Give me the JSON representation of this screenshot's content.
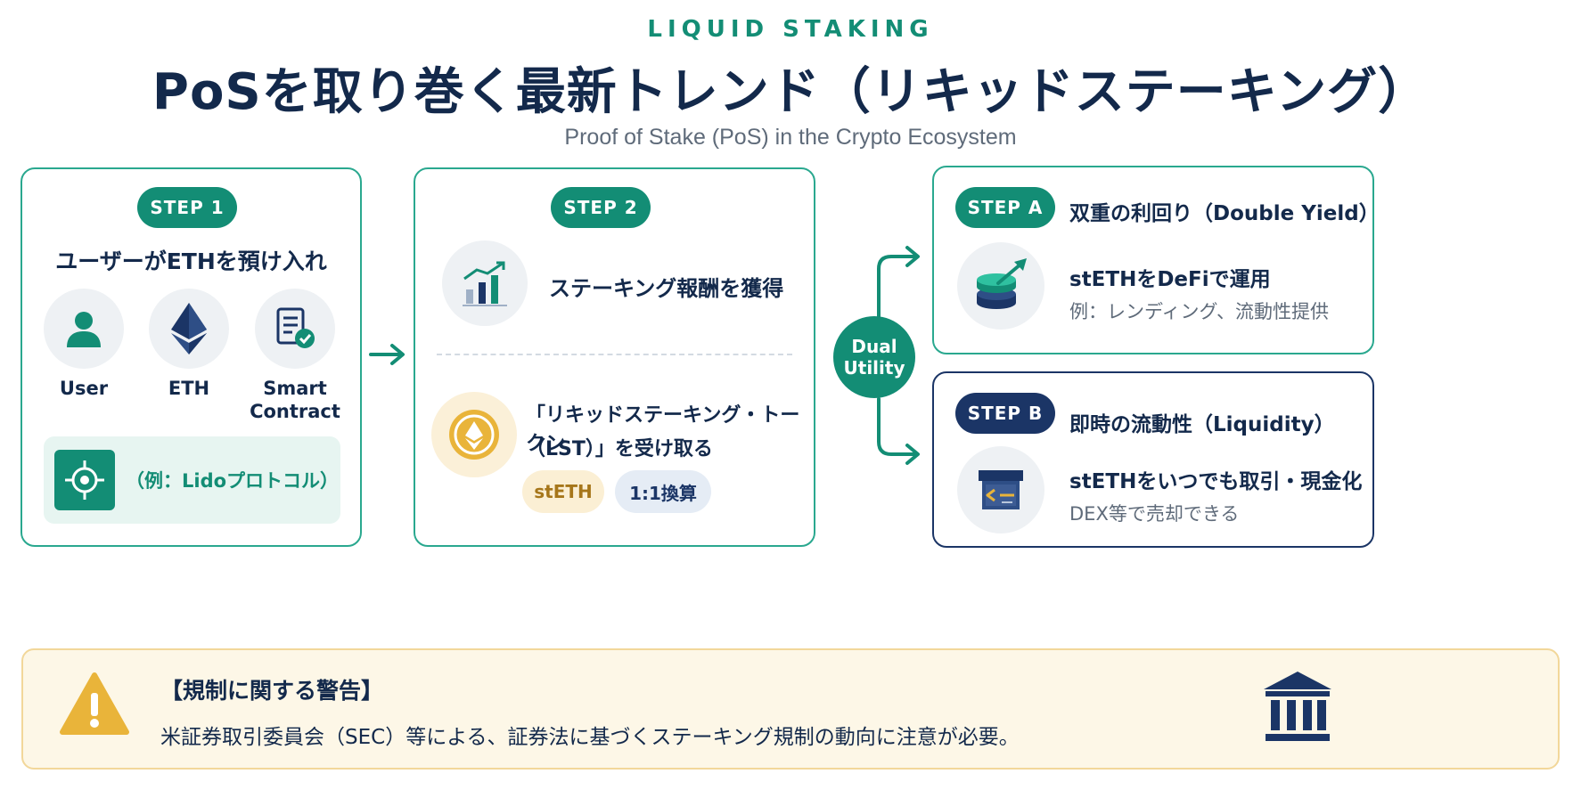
{
  "header": {
    "eyebrow": "LIQUID STAKING",
    "title": "PoSを取り巻く最新トレンド（リキッドステーキング）",
    "subtitle": "Proof of Stake (PoS) in the Crypto Ecosystem"
  },
  "step1": {
    "badge": "STEP 1",
    "heading": "ユーザーがETHを預け入れ",
    "icons": [
      {
        "icon": "user-icon",
        "label": "User"
      },
      {
        "icon": "ethereum-icon",
        "label": "ETH"
      },
      {
        "icon": "smart-contract-icon",
        "label": "Smart Contract"
      }
    ],
    "protocol_icon": "target-icon",
    "protocol_note": "（例：Lidoプロトコル）"
  },
  "step2": {
    "badge": "STEP 2",
    "reward_icon": "growth-chart-icon",
    "reward_text": "ステーキング報酬を獲得",
    "lst_icon": "eth-coin-icon",
    "lst_text_line1": "「リキッドステーキング・トークン",
    "lst_text_line2": "（LST）」を受け取る",
    "chip_token": "stETH",
    "chip_ratio": "1:1換算"
  },
  "hub": {
    "line1": "Dual",
    "line2": "Utility"
  },
  "stepA": {
    "badge": "STEP A",
    "title": "双重の利回り（Double Yield）",
    "icon": "coin-stack-growth-icon",
    "main": "stETHをDeFiで運用",
    "sub": "例：レンディング、流動性提供"
  },
  "stepB": {
    "badge": "STEP B",
    "title": "即時の流動性（Liquidity）",
    "icon": "exchange-box-icon",
    "main": "stETHをいつでも取引・現金化",
    "sub": "DEX等で売却できる"
  },
  "warning": {
    "icon": "warning-icon",
    "title": "【規制に関する警告】",
    "body": "米証券取引委員会（SEC）等による、証券法に基づくステーキング規制の動向に注意が必要。",
    "right_icon": "bank-icon"
  },
  "colors": {
    "green": "#138d75",
    "navy": "#1b3566",
    "gold": "#e9b43a",
    "warn_bg": "#fdf7e7"
  }
}
